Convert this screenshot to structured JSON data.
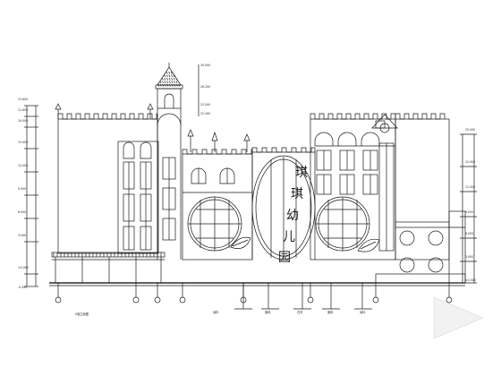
{
  "drawing": {
    "sign_text": [
      "琪",
      "琪",
      "幼",
      "儿",
      "园"
    ],
    "bottom_labels": {
      "left_label": "A轴立面图",
      "mid_label_1": "涂料",
      "mid_label_2": "面砖",
      "mid_label_3": "石材",
      "right_label_1": "面砖",
      "right_label_2": "涂料"
    },
    "left_levels": [
      "23.800",
      "21.600",
      "19.500",
      "15.000",
      "12.000",
      "9.000",
      "6.000",
      "3.000",
      "±0.000",
      "-0.450"
    ],
    "right_levels": [
      "20.000",
      "15.000",
      "12.000",
      "9.000",
      "6.000",
      "3.000",
      "±0.000"
    ],
    "tower_levels": [
      "29.500",
      "26.200",
      "23.500",
      "22.300"
    ],
    "colors": {
      "line": "#1a1a1a",
      "background": "#ffffff"
    }
  }
}
